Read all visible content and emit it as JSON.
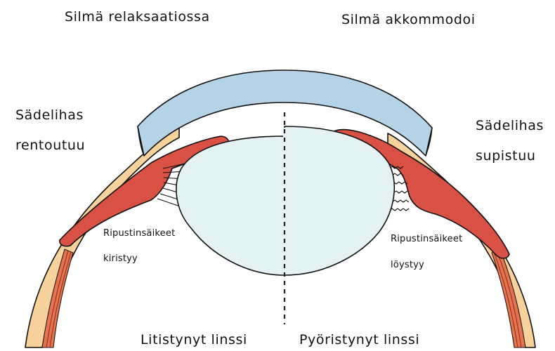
{
  "titles": {
    "left": "Silmä relaksaatiossa",
    "right": "Silmä akkommodoi"
  },
  "muscle_labels": {
    "left_line1": "Sädelihas",
    "left_line2": "rentoutuu",
    "right_line1": "Sädelihas",
    "right_line2": "supistuu"
  },
  "zonule_labels": {
    "left_line1": "Ripustinsäikeet",
    "left_line2": "kiristyy",
    "right_line1": "Ripustinsäikeet",
    "right_line2": "löystyy"
  },
  "lens_labels": {
    "left": "Litistynyt linssi",
    "right": "Pyöristynyt linssi"
  },
  "colors": {
    "sclera": "#f7d39b",
    "cornea": "#b5d3e6",
    "ciliary_muscle": "#d95044",
    "lens": "#e5f2f3",
    "choroid": "#e5734e"
  }
}
